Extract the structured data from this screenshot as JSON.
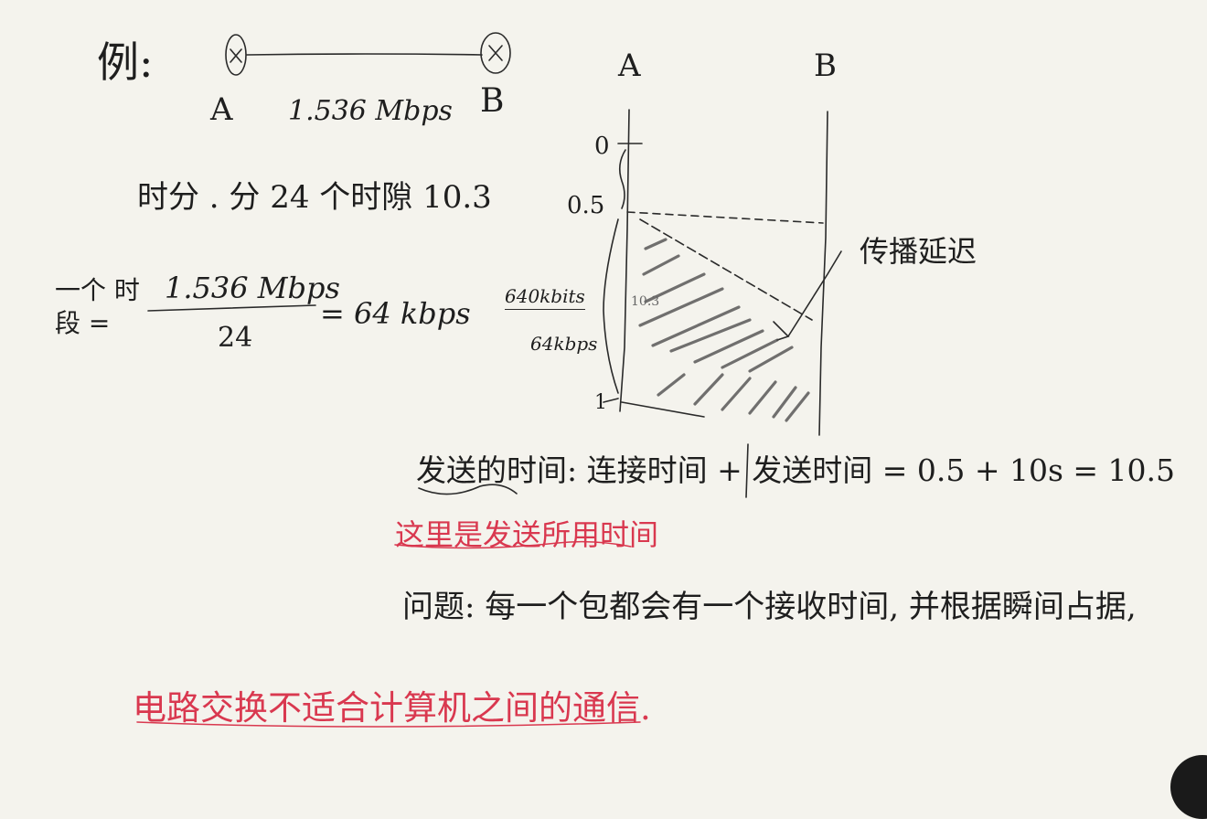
{
  "example": {
    "label": "例:",
    "node_a": "A",
    "node_b": "B",
    "rate": "1.536 Mbps",
    "channels_note": "时分 . 分 24 个时隙 10.3"
  },
  "formula": {
    "prefix": "一个 时段 =",
    "numerator": "1.536 Mbps",
    "denominator": "24",
    "result": "= 64 kbps"
  },
  "diagram": {
    "col_a": "A",
    "col_b": "B",
    "t0": "0",
    "t05": "0.5",
    "delay_label": "传播延迟",
    "frac_num": "640kbits",
    "frac_den": "64kbps",
    "inside_label": "10.3",
    "t_end": "1"
  },
  "send_time": {
    "text": "发送的时间: 连接时间 + 发送时间 = 0.5 + 10s = 10.5",
    "red_note": "这里是发送所用时间"
  },
  "problem": {
    "text": "问题: 每一个包都会有一个接收时间, 并根据瞬间占据,"
  },
  "red_conclusion": {
    "text": "电路交换不适合计算机之间的通信."
  }
}
